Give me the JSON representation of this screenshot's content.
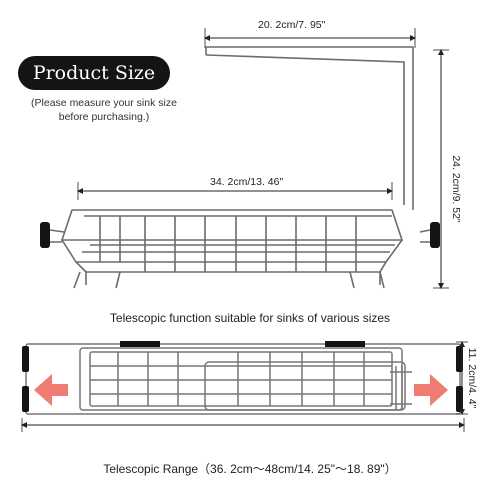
{
  "badge": {
    "label": "Product Size"
  },
  "note": {
    "text": "(Please measure your sink size before purchasing.)"
  },
  "dimensions": {
    "top_width": "20. 2cm/7. 95\"",
    "basket_length": "34. 2cm/13. 46\"",
    "height": "24. 2cm/9. 52\"",
    "depth": "11. 2cm/4. 4\""
  },
  "captions": {
    "telescopic_function": "Telescopic function suitable for sinks of various sizes",
    "telescopic_range": "Telescopic Range（36. 2cm～48cm/14. 25\"～18. 89\"）"
  },
  "colors": {
    "arrow": "#f07b72",
    "metal": "#6c6c6c",
    "dark": "#141414"
  },
  "icons": [
    "left-arrow-icon",
    "right-arrow-icon"
  ]
}
